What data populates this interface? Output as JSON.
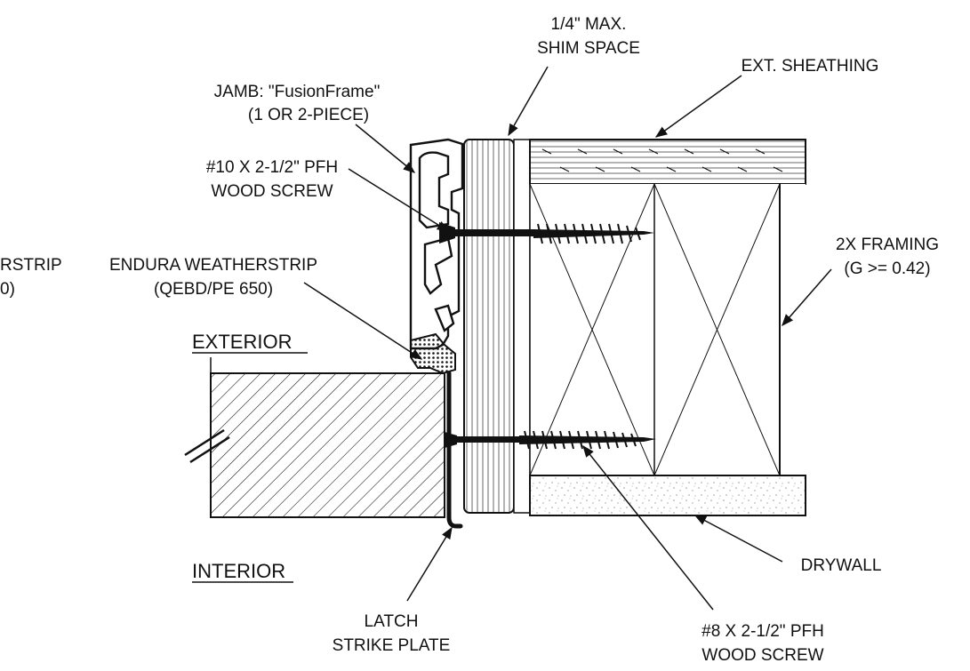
{
  "labels": {
    "shim_line1": "1/4\" MAX.",
    "shim_line2": "SHIM SPACE",
    "ext_sheathing": "EXT. SHEATHING",
    "jamb_line1": "JAMB: \"FusionFrame\"",
    "jamb_line2": "(1 OR 2-PIECE)",
    "screw10_line1": "#10 X 2-1/2\" PFH",
    "screw10_line2": "WOOD SCREW",
    "framing_line1": "2X FRAMING",
    "framing_line2": "(G >= 0.42)",
    "weatherstrip_cut": "RSTRIP",
    "weatherstrip_cut2": "0)",
    "endura_line1": "ENDURA WEATHERSTRIP",
    "endura_line2": "(QEBD/PE 650)",
    "exterior": "EXTERIOR",
    "interior": "INTERIOR",
    "drywall": "DRYWALL",
    "latch_line1": "LATCH",
    "latch_line2": "STRIKE PLATE",
    "screw8_line1": "#8 X 2-1/2\" PFH",
    "screw8_line2": "WOOD SCREW"
  },
  "colors": {
    "line": "#111111",
    "background": "#ffffff",
    "drywall_speckle": "#9a9a9a"
  }
}
